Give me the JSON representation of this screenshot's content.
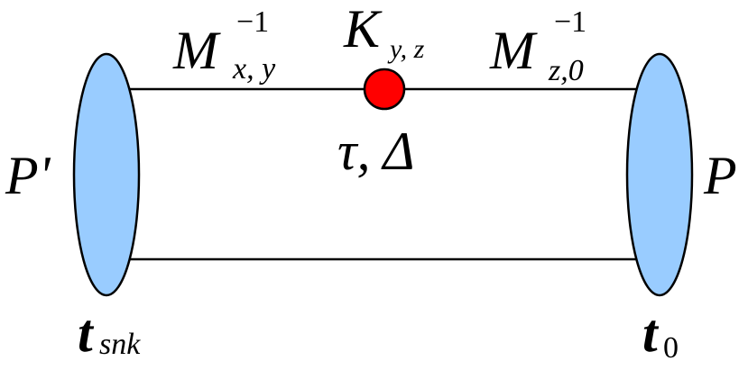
{
  "diagram": {
    "type": "correlator-diagram",
    "colors": {
      "source_fill": "#99ccff",
      "vertex_fill": "#ff0000",
      "stroke": "#000000",
      "background": "#ffffff"
    },
    "left_state": {
      "label": "P'",
      "time_label": "t",
      "time_subscript": "snk"
    },
    "right_state": {
      "label": "P",
      "time_label": "t",
      "time_subscript": "0"
    },
    "propagator_left": {
      "symbol": "M",
      "superscript": "−1",
      "subscript": "x, y"
    },
    "vertex": {
      "symbol": "K",
      "subscript": "y, z",
      "below_label": "τ, Δ"
    },
    "propagator_right": {
      "symbol": "M",
      "superscript": "−1",
      "subscript": "z,0"
    }
  }
}
